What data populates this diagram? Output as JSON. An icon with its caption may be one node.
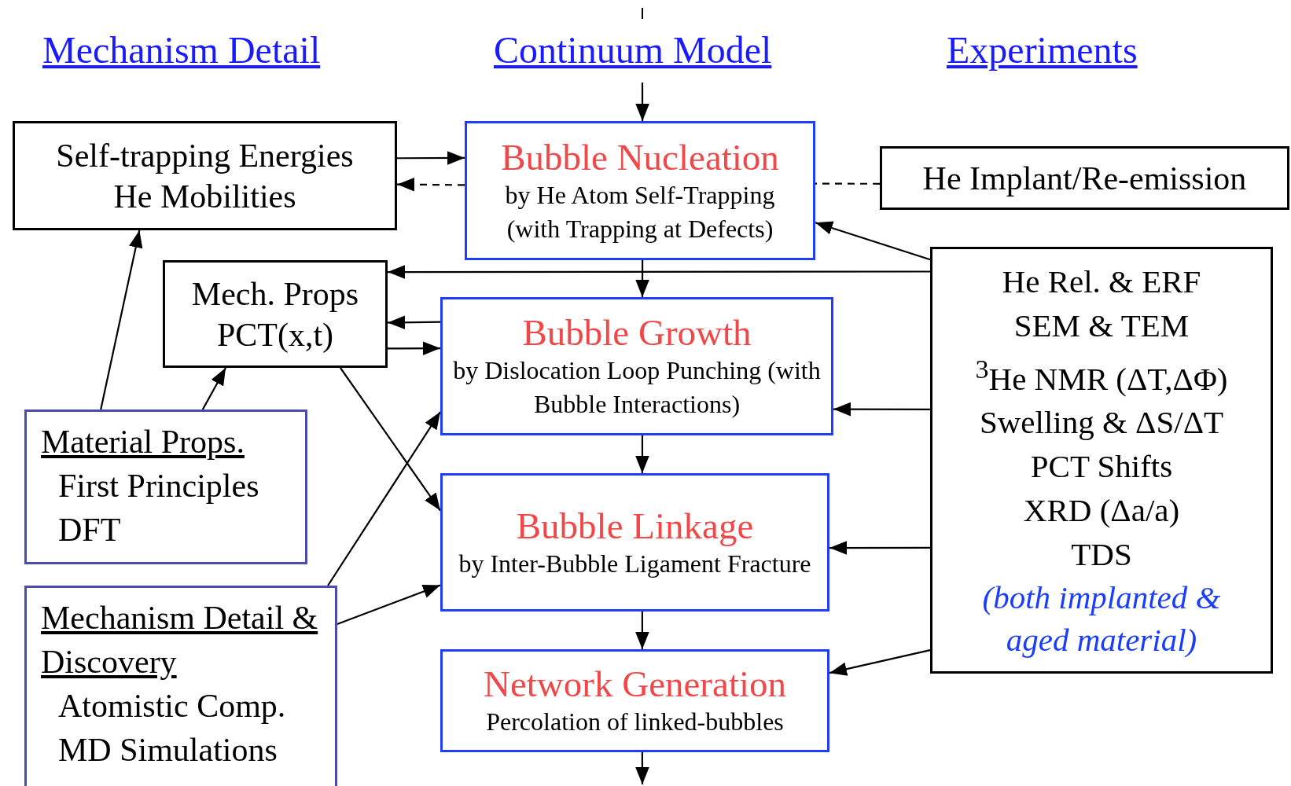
{
  "diagram": {
    "nodes": [
      {
        "text": [
          "Self-trapping Energies",
          "He Mobilities"
        ]
      },
      {
        "text": [
          "Bubble Nucleation",
          "by He Atom Self-Trapping (with Trapping at Defects)"
        ]
      },
      {
        "text": [
          "He Implant/Re-emission"
        ]
      },
      {
        "text": [
          "Mech. Props",
          "PCT(x,t)"
        ]
      },
      {
        "text": [
          "Bubble Growth",
          "by Dislocation Loop Punching (with Bubble Interactions)"
        ]
      },
      {
        "text": [
          "He Rel. & ERF",
          "SEM & TEM",
          "$^{3}$He NMR (ΔT,ΔΦ)",
          "Swelling & ΔS/ΔT",
          "PCT Shifts",
          "XRD (Δa/a)",
          "TDS",
          "(both implanted & aged material)"
        ]
      },
      {
        "text": [
          "Material Props.",
          "First Principles",
          "DFT"
        ]
      },
      {
        "text": [
          "Bubble Linkage",
          "by Inter-Bubble Ligament Fracture"
        ]
      },
      {
        "text": [
          "Mechanism Detail & Discovery",
          "Atomistic Comp.",
          "MD Simulations"
        ]
      },
      {
        "text": [
          "Network Generation",
          "Percolation of linked-bubbles"
        ]
      }
    ],
    "edges": [
      {
        "from": 0,
        "to": 1,
        "arrow": "to"
      },
      {
        "from": 1,
        "to": 0,
        "arrow": "to",
        "style": "dashed"
      },
      {
        "from": 2,
        "to": 1,
        "arrow": "none",
        "style": "dashed"
      },
      {
        "from": null,
        "to": 1,
        "arrow": "to"
      },
      {
        "from": 1,
        "to": 4,
        "arrow": "to"
      },
      {
        "from": 4,
        "to": 7,
        "arrow": "to"
      },
      {
        "from": 7,
        "to": 9,
        "arrow": "to"
      },
      {
        "from": 9,
        "to": null,
        "arrow": "to"
      },
      {
        "from": 5,
        "to": 1,
        "arrow": "to"
      },
      {
        "from": 5,
        "to": 3,
        "arrow": "to"
      },
      {
        "from": 5,
        "to": 4,
        "arrow": "to"
      },
      {
        "from": 5,
        "to": 7,
        "arrow": "to"
      },
      {
        "from": 5,
        "to": 9,
        "arrow": "to"
      },
      {
        "from": 4,
        "to": 3,
        "arrow": "to"
      },
      {
        "from": 3,
        "to": 4,
        "arrow": "to"
      },
      {
        "from": 3,
        "to": 7,
        "arrow": "to"
      },
      {
        "from": 6,
        "to": 0,
        "arrow": "to"
      },
      {
        "from": 6,
        "to": 3,
        "arrow": "to"
      },
      {
        "from": 8,
        "to": 4,
        "arrow": "to"
      },
      {
        "from": 8,
        "to": 7,
        "arrow": "to"
      }
    ],
    "labels": [
      "Mechanism Detail",
      "Continuum Model",
      "Experiments"
    ]
  }
}
